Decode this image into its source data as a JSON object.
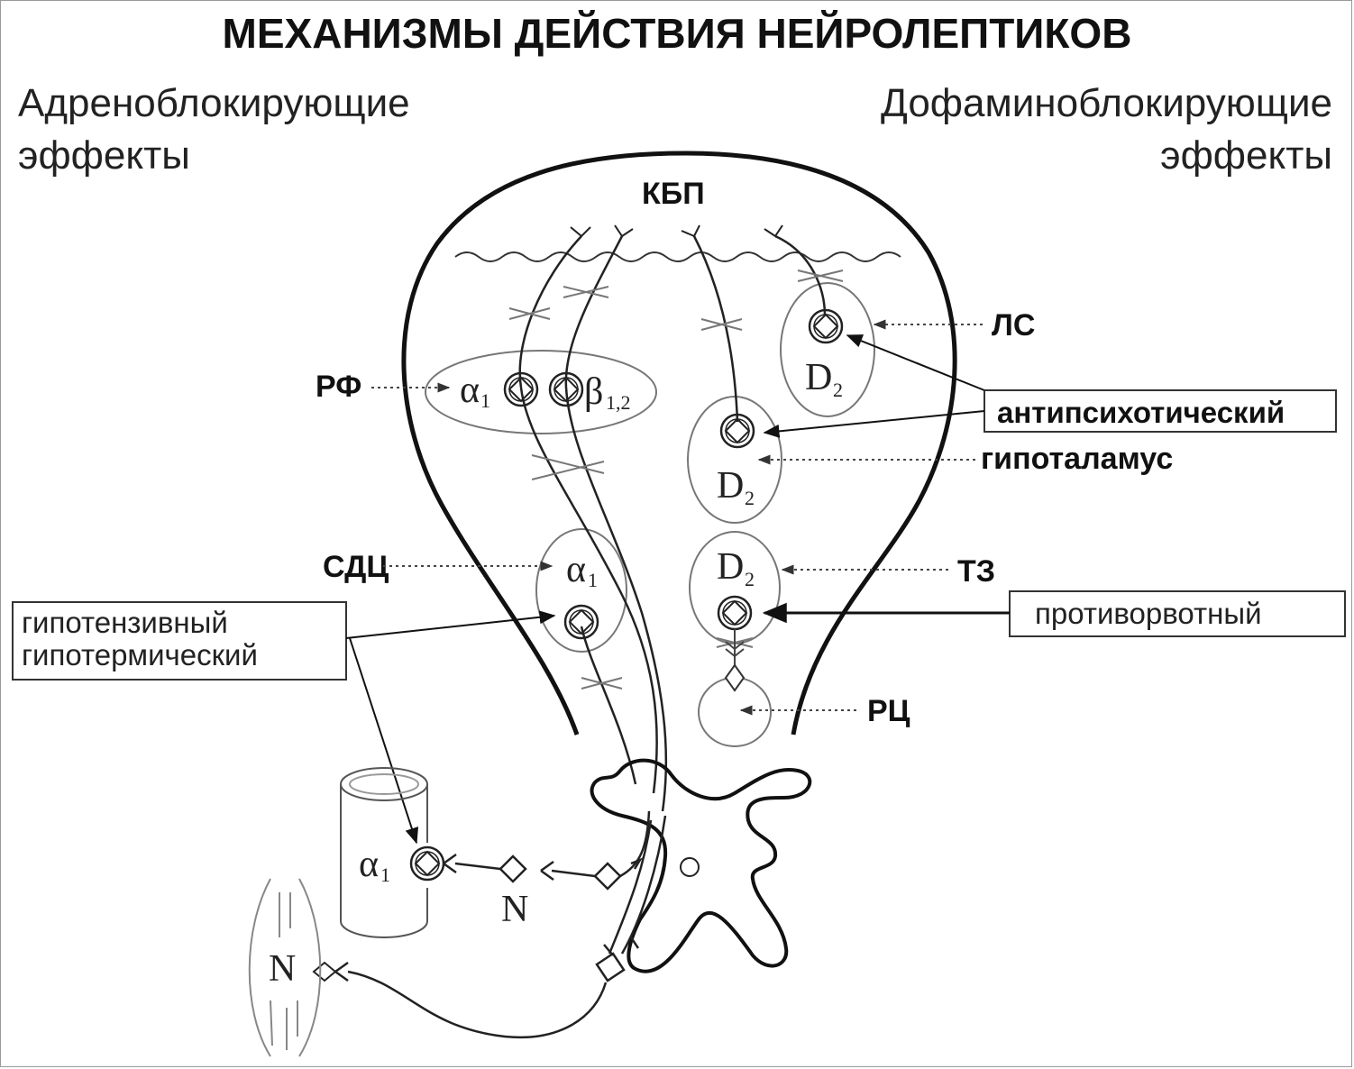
{
  "title": "МЕХАНИЗМЫ ДЕЙСТВИЯ НЕЙРОЛЕПТИКОВ",
  "left_heading": [
    "Адреноблокирующие",
    "эффекты"
  ],
  "right_heading": [
    "Дофаминоблокирующие",
    "эффекты"
  ],
  "labels": {
    "kbp": "КБП",
    "rf": "РФ",
    "sdc": "СДЦ",
    "ls": "ЛС",
    "hypothalamus": "гипоталамус",
    "tz": "ТЗ",
    "rc": "РЦ"
  },
  "boxes": {
    "antipsychotic": "антипсихотический",
    "antiemetic": "противорвотный",
    "hypotensive": "гипотензивный",
    "hypothermic": "гипотермический"
  },
  "receptors": {
    "alpha": "α",
    "beta": "β",
    "d": "D",
    "n": "N",
    "sub_1": "1",
    "sub_12": "1,2",
    "sub_2": "2"
  }
}
